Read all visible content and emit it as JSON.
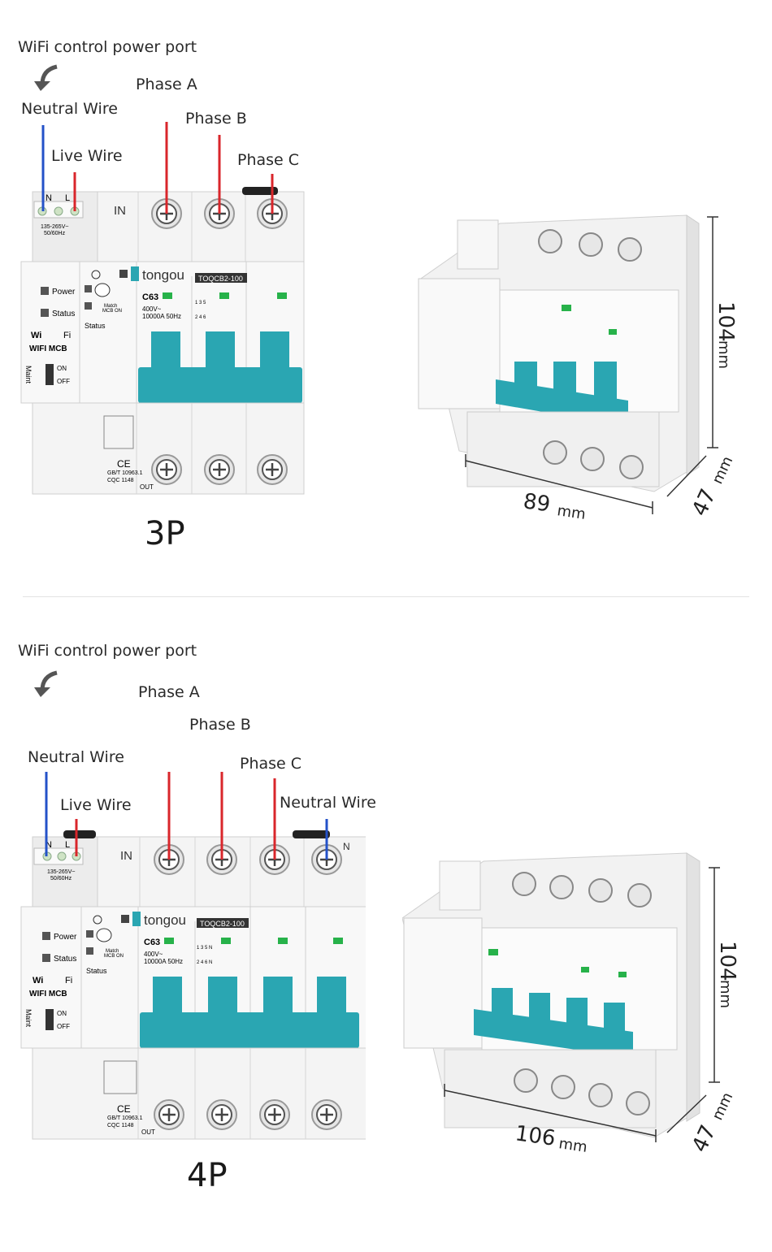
{
  "section_3p": {
    "power_port_label": "WiFi control power port",
    "neutral_label": "Neutral Wire",
    "live_label": "Live Wire",
    "phase_a_label": "Phase A",
    "phase_b_label": "Phase B",
    "phase_c_label": "Phase C",
    "pole_label": "3P",
    "dim_width": "89",
    "dim_height": "104",
    "dim_depth": "47",
    "unit": "mm"
  },
  "section_4p": {
    "power_port_label": "WiFi control power port",
    "neutral_label": "Neutral Wire",
    "live_label": "Live Wire",
    "phase_a_label": "Phase A",
    "phase_b_label": "Phase B",
    "phase_c_label": "Phase C",
    "neutral2_label": "Neutral Wire",
    "pole_label": "4P",
    "dim_width": "106",
    "dim_height": "104",
    "dim_depth": "47",
    "unit": "mm"
  },
  "device": {
    "brand": "tongou",
    "model": "TOQCB2-100",
    "rating": "C63",
    "spec1": "400V~",
    "spec2": "10000A  50Hz",
    "power": "Power",
    "status": "Status",
    "status2": "Status",
    "match": "Match",
    "match2": "MCB ON",
    "wifi_mcb": "WIFI MCB",
    "wifi_w": "Wi",
    "wifi_f": "Fi",
    "maint": "Maint",
    "on": "ON",
    "off": "OFF",
    "in_mark": "IN",
    "out_mark": "OUT",
    "n": "N",
    "l": "L",
    "volt1": "135-265V~",
    "volt2": "50/60Hz",
    "std1": "GB/T 10963.1",
    "std2": "CQC 1148",
    "ce": "CE",
    "top_nums_3p": "1   3   5",
    "bot_nums_3p": "2   4   6",
    "top_nums_4p": "1   3   5  N",
    "bot_nums_4p": "2   4   6  N"
  },
  "colors": {
    "accent_teal": "#2aa6b2",
    "wire_red": "#d9262b",
    "wire_blue": "#2452c8",
    "indicator_green": "#27b24a"
  }
}
